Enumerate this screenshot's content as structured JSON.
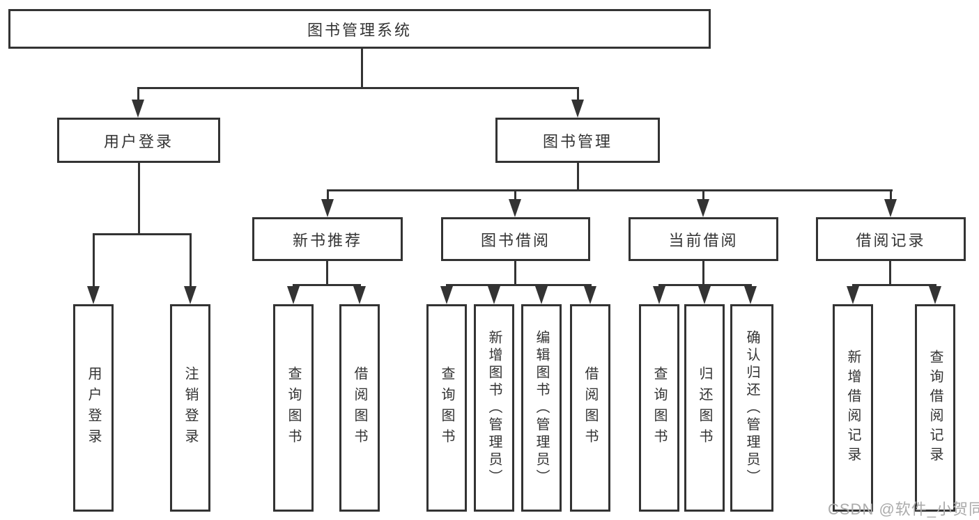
{
  "diagram": {
    "root": {
      "label": "图书管理系统"
    },
    "branches": [
      {
        "label": "用户登录",
        "children": [
          {
            "label": "用户登录"
          },
          {
            "label": "注销登录"
          }
        ]
      },
      {
        "label": "图书管理",
        "children": [
          {
            "label": "新书推荐",
            "children": [
              {
                "label": "查询图书"
              },
              {
                "label": "借阅图书"
              }
            ]
          },
          {
            "label": "图书借阅",
            "children": [
              {
                "label": "查询图书"
              },
              {
                "label": "新增图书（管理员）"
              },
              {
                "label": "编辑图书（管理员）"
              },
              {
                "label": "借阅图书"
              }
            ]
          },
          {
            "label": "当前借阅",
            "children": [
              {
                "label": "查询图书"
              },
              {
                "label": "归还图书"
              },
              {
                "label": "确认归还（管理员）"
              }
            ]
          },
          {
            "label": "借阅记录",
            "children": [
              {
                "label": "新增借阅记录"
              },
              {
                "label": "查询借阅记录"
              }
            ]
          }
        ]
      }
    ],
    "colors": {
      "line": "#333333",
      "box_border": "#333333",
      "box_background": "#ffffff",
      "text": "#333333",
      "watermark": "#ababab",
      "background": "#ffffff"
    }
  },
  "watermark": {
    "text": "CSDN @软件_小贺同学"
  }
}
